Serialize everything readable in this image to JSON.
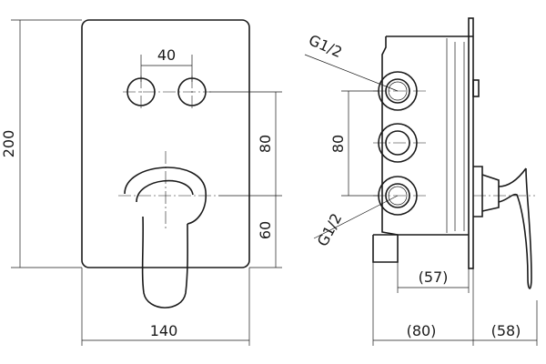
{
  "dimensions": {
    "height": "200",
    "width": "140",
    "button_spacing": "40",
    "upper_vertical": "80",
    "lower_vertical": "60",
    "side_spacing": "80",
    "thread_top": "G1/2",
    "thread_bottom": "G1/2",
    "depth_57": "(57)",
    "depth_80": "(80)",
    "depth_58": "(58)"
  }
}
